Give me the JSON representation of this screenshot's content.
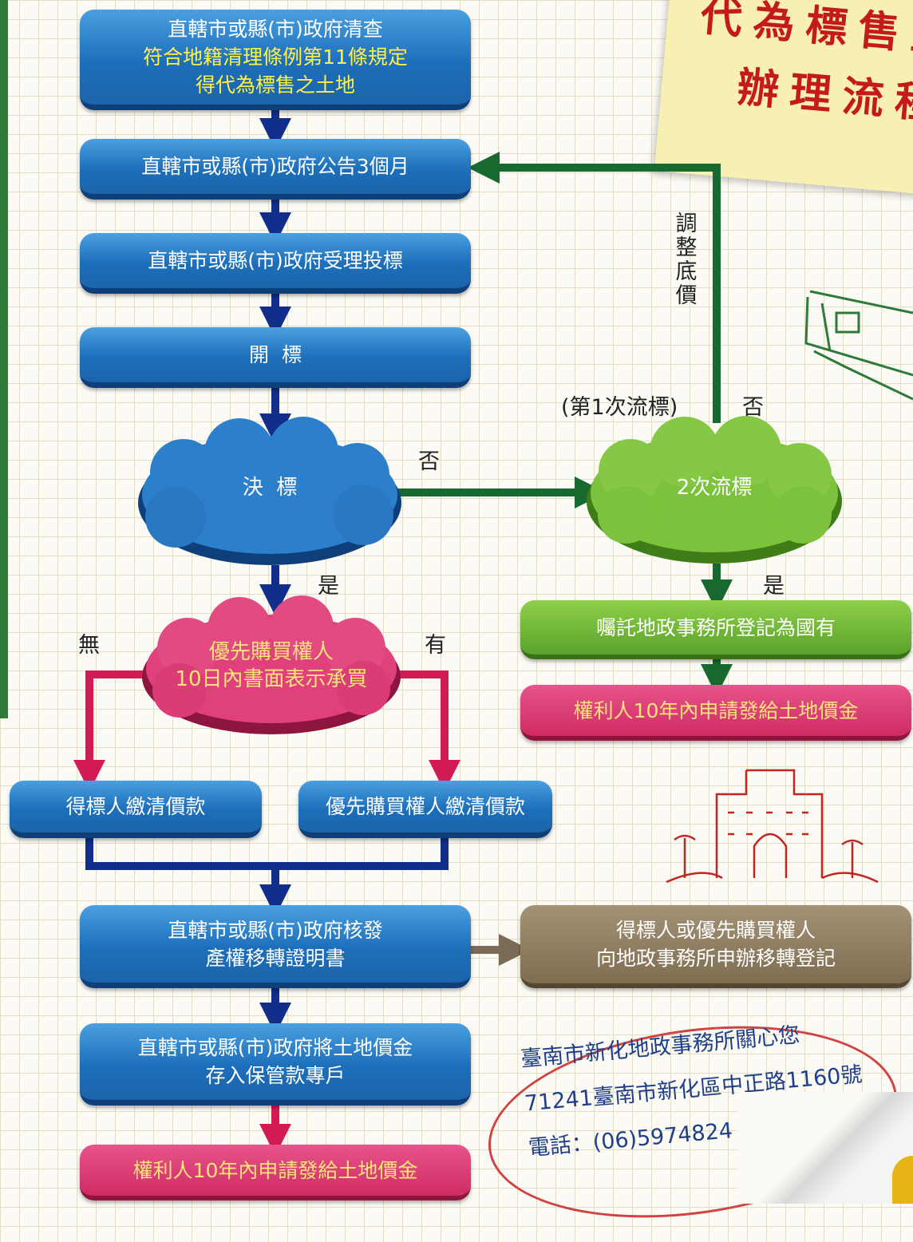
{
  "title": {
    "line1": "代為標售土",
    "line2": "辦理流程"
  },
  "nodes": {
    "step1": {
      "line1": "直轄市或縣(市)政府清查",
      "line2": "符合地籍清理條例第11條規定",
      "line3": "得代為標售之土地"
    },
    "step2": "直轄市或縣(市)政府公告3個月",
    "step3": "直轄市或縣(市)政府受理投標",
    "step4": "開  標",
    "decide": "決  標",
    "fail2": "2次流標",
    "priority": {
      "line1": "優先購買權人",
      "line2": "10日內書面表示承買"
    },
    "nationalize": "囑託地政事務所登記為國有",
    "claim_right": "權利人10年內申請發給土地價金",
    "winner_pay": "得標人繳清價款",
    "priority_pay": "優先購買權人繳清價款",
    "certificate": {
      "line1": "直轄市或縣(市)政府核發",
      "line2": "產權移轉證明書"
    },
    "register": {
      "line1": "得標人或優先購買權人",
      "line2": "向地政事務所申辦移轉登記"
    },
    "deposit": {
      "line1": "直轄市或縣(市)政府將土地價金",
      "line2": "存入保管款專戶"
    },
    "claim_bottom": "權利人10年內申請發給土地價金"
  },
  "labels": {
    "no_to_fail": "否",
    "first_fail": "(第1次流標)",
    "no_loop": "否",
    "adjust_price": "調整底價",
    "yes_decide": "是",
    "yes_fail": "是",
    "none": "無",
    "has": "有"
  },
  "contact": {
    "line1": "臺南市新化地政事務所關心您",
    "line2": "71241臺南市新化區中正路1160號",
    "line3": "電話：(06)5974824"
  },
  "colors": {
    "blue": "#1d6fba",
    "pink": "#cf2b64",
    "green": "#5aa22a",
    "brown": "#7f6d52",
    "arrow_navy": "#102e8a",
    "arrow_green": "#17692f",
    "arrow_red": "#d21a55",
    "arrow_brown": "#7a6a56"
  }
}
